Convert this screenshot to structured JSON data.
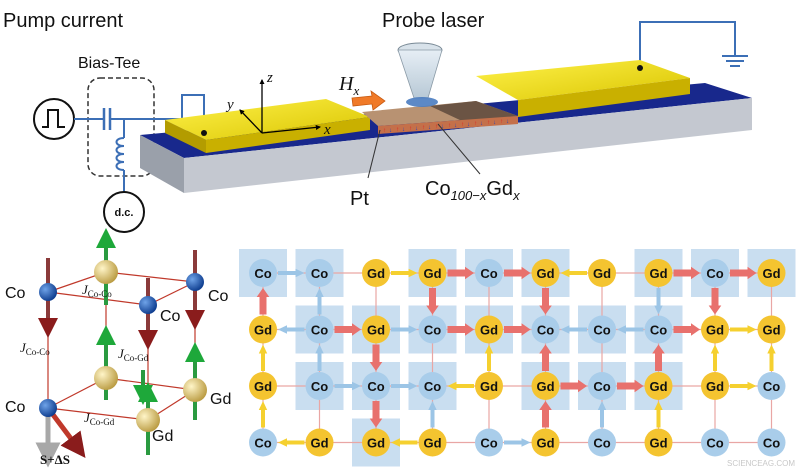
{
  "setup": {
    "pump_current": "Pump current",
    "bias_tee": "Bias-Tee",
    "probe_laser": "Probe laser",
    "dc": "d.c.",
    "hx_main": "H",
    "hx_sub": "x",
    "axis_x": "x",
    "axis_y": "y",
    "axis_z": "z",
    "pt": "Pt",
    "alloy_co": "Co",
    "alloy_co_sub": "100−x",
    "alloy_gd": "Gd",
    "alloy_gd_sub": "x"
  },
  "lattice": {
    "co_labels": [
      "Co",
      "Co",
      "Co",
      "Co"
    ],
    "gd_labels": [
      "Gd",
      "Gd"
    ],
    "j_coco_1": {
      "main": "J",
      "sub": "Co-Co"
    },
    "j_coco_2": {
      "main": "J",
      "sub": "Co-Co"
    },
    "j_cogd_1": {
      "main": "J",
      "sub": "Co-Gd"
    },
    "j_cogd_2": {
      "main": "J",
      "sub": "Co-Gd"
    },
    "spin_change": "S+ΔS"
  },
  "grid": {
    "rows": [
      [
        "Co",
        "Co",
        "Gd",
        "Gd",
        "Co",
        "Gd",
        "Gd",
        "Gd",
        "Co",
        "Gd"
      ],
      [
        "Gd",
        "Co",
        "Gd",
        "Co",
        "Gd",
        "Co",
        "Co",
        "Co",
        "Gd",
        "Gd"
      ],
      [
        "Gd",
        "Co",
        "Co",
        "Co",
        "Gd",
        "Gd",
        "Co",
        "Gd",
        "Gd",
        "Co"
      ],
      [
        "Co",
        "Gd",
        "Gd",
        "Gd",
        "Co",
        "Gd",
        "Co",
        "Gd",
        "Co",
        "Co"
      ]
    ],
    "colors": {
      "co": "#a9cdea",
      "gd": "#f4c430",
      "red_arrow": "#e8716d",
      "yellow_arrow": "#f5d02f",
      "blue_arrow": "#9cc5e6",
      "cluster": "#c9def0"
    }
  },
  "watermark": "SCIENCEAG.COM"
}
